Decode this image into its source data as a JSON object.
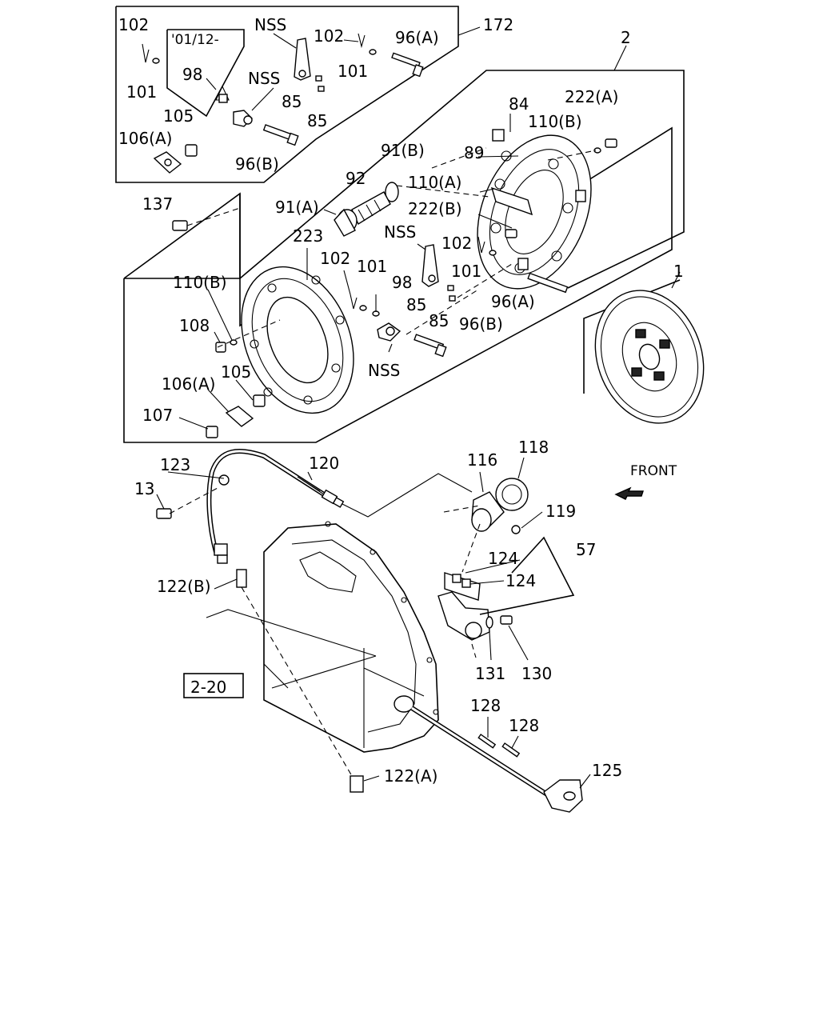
{
  "labels": {
    "l172": "172",
    "l102a": "102",
    "l0112": "'01/12-",
    "lNSSa": "NSS",
    "l102b": "102",
    "l96Aa": "96(A)",
    "l101a": "101",
    "l98a": "98",
    "lNSSb": "NSS",
    "l101b": "101",
    "l85a": "85",
    "l105a": "105",
    "l85b": "85",
    "l106Aa": "106(A)",
    "l96Ba": "96(B)",
    "l2": "2",
    "l84": "84",
    "l222A": "222(A)",
    "l110B": "110(B)",
    "l91B": "91(B)",
    "l89": "89",
    "l92": "92",
    "l110A": "110(A)",
    "l91A": "91(A)",
    "l222B": "222(B)",
    "l137": "137",
    "lNSSc": "NSS",
    "l223": "223",
    "l102c": "102",
    "l102d": "102",
    "l101c": "101",
    "l101d": "101",
    "l110Bb": "110(B)",
    "l98b": "98",
    "l85c": "85",
    "l96Ab": "96(A)",
    "l1": "1",
    "l85d": "85",
    "l96Bb": "96(B)",
    "l108": "108",
    "lNSSd": "NSS",
    "l106Ab": "106(A)",
    "l105b": "105",
    "l107": "107",
    "l118": "118",
    "l116": "116",
    "l123": "123",
    "l120": "120",
    "lFRONT": "FRONT",
    "l13": "13",
    "l119": "119",
    "l57": "57",
    "l124a": "124",
    "l124b": "124",
    "l122B": "122(B)",
    "l131": "131",
    "l130": "130",
    "l220": "2-20",
    "l128a": "128",
    "l128b": "128",
    "l125": "125",
    "l122A": "122(A)"
  }
}
